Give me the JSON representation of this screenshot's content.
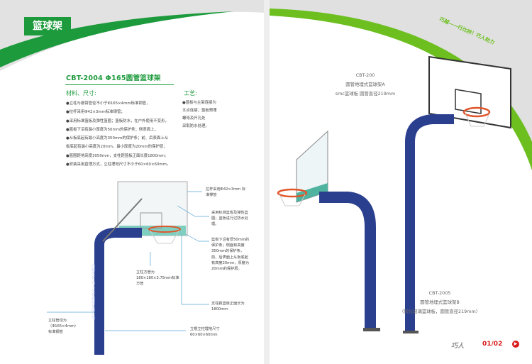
{
  "left_page": {
    "section_tag": "篮球架",
    "title": "CBT-2004  Φ165圆管篮球架",
    "materials_heading": "材料、尺寸:",
    "materials": [
      "●立柱与悬臂管径不小于Φ165×4mm标准钢管，",
      "●拉杆采用Φ42×3mm标准钢管；",
      "●采用标准篮板及弹性篮圈；篮板防水，在户外使用不变形，",
      "●篮板下沿有最小厚度为50mm的保护条；侧表面上，",
      "●从板底起有最小高度为350mm的保护条；前、后表面上从",
      "板底起有最小高度为20mm，最小厚度为20mm的保护层；",
      "●篮圈距地高度3050mm，支柱距篮板正面长度1800mm;",
      "●安装采用直埋方式，立柱埋地尺寸不小于60×60×60mm。"
    ],
    "process_heading": "工艺:",
    "process": [
      "●篮板与主架连接为",
      "五点连接；篮板预埋",
      "螺母及开孔处",
      "采取防水处理。"
    ],
    "annotations": {
      "tie_rod": "拉杆采用Φ42×3mm 标准撑管",
      "backboard": "采用标准篮板及弹性篮圈；篮板进行过防水处理。",
      "pad": "篮板下沿有厚50mm的保护条；侧面有高度350mm的保护条，前、后表面上从板底起有高度20mm，厚度为20mm的保护层。",
      "reach": "支柱距篮板正面长为1800mm",
      "square_tube": "立柱方管为180×180×3.75mm标准方管",
      "pole_tube": "立柱管径为（Φ165×4mm）标准钢管",
      "embed": "立根立柱埋地尺寸 60×60×60mm"
    },
    "pole_text": "巧越体育 巧人体育器材有限公司"
  },
  "right_page": {
    "slogan": "巧越——行比拼！巧人助力",
    "product_a": {
      "model": "CBT-200",
      "name": "圆管地埋式篮球架A",
      "spec": "smc篮球板    圆管直径219mm"
    },
    "product_b": {
      "model": "CBT-2005",
      "name": "圆管地埋式篮球架B",
      "spec": "（钢化玻璃篮球板，圆管直径219mm）"
    },
    "brand": "巧人",
    "page_number": "01/02"
  },
  "colors": {
    "green": "#1c9a3c",
    "lime": "#6cbf1f",
    "pole": "#2b3f8f",
    "red": "#d81c1c"
  }
}
